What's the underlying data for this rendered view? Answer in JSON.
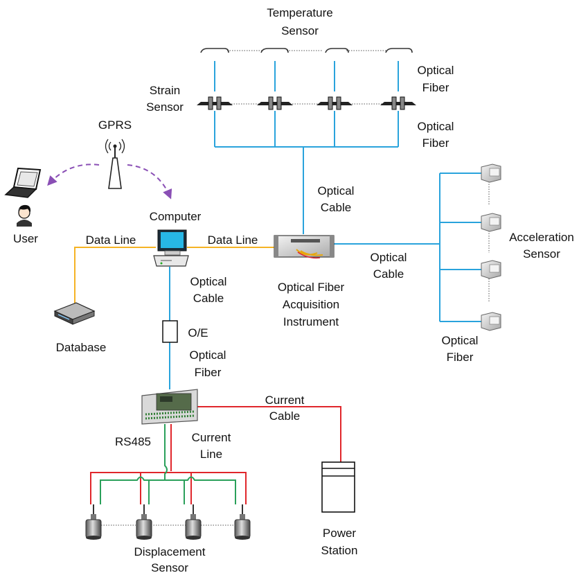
{
  "labels": {
    "temperature_sensor": [
      "Temperature",
      "Sensor"
    ],
    "strain_sensor": [
      "Strain",
      "Sensor"
    ],
    "optical_fiber_top": [
      "Optical",
      "Fiber"
    ],
    "optical_fiber_mid": [
      "Optical",
      "Fiber"
    ],
    "gprs": "GPRS",
    "user": "User",
    "computer": "Computer",
    "data_line_left": "Data Line",
    "data_line_right": "Data Line",
    "optical_cable_top": [
      "Optical",
      "Cable"
    ],
    "optical_cable_right": [
      "Optical",
      "Cable"
    ],
    "acceleration_sensor": [
      "Acceleration",
      "Sensor"
    ],
    "optical_cable_computer": [
      "Optical",
      "Cable"
    ],
    "acquisition_instrument": [
      "Optical Fiber",
      "Acquisition",
      "Instrument"
    ],
    "database": "Database",
    "oe": "O/E",
    "optical_fiber_oe": [
      "Optical",
      "Fiber"
    ],
    "optical_fiber_accel": [
      "Optical",
      "Fiber"
    ],
    "current_cable": [
      "Current",
      "Cable"
    ],
    "rs485": "RS485",
    "current_line": [
      "Current",
      "Line"
    ],
    "power_station": [
      "Power",
      "Station"
    ],
    "displacement_sensor": [
      "Displacement",
      "Sensor"
    ]
  },
  "colors": {
    "optical": "#29a3dc",
    "data_line": "#f5b324",
    "current": "#e0262b",
    "rs485": "#2aa05a",
    "gprs_arc": "#8a4fb5"
  },
  "icons": [
    "laptop-icon",
    "user-icon",
    "antenna-icon",
    "computer-icon",
    "database-server-icon",
    "acquisition-instrument-icon",
    "oe-converter-icon",
    "control-box-icon",
    "power-station-icon",
    "temperature-sensor-icon",
    "strain-sensor-icon",
    "acceleration-sensor-icon",
    "displacement-sensor-icon"
  ]
}
